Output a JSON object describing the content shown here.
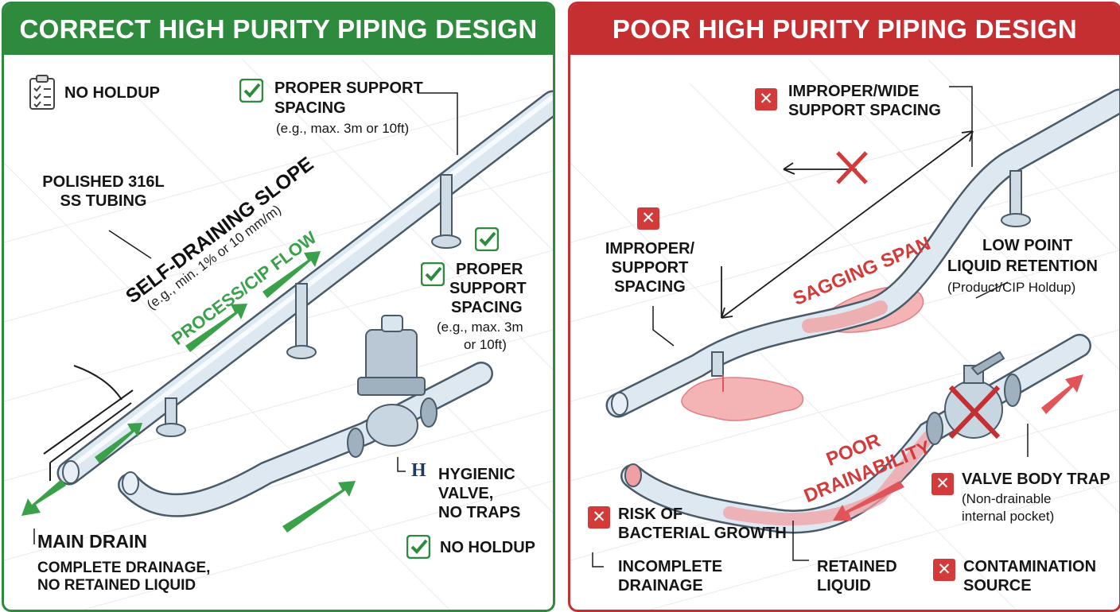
{
  "colors": {
    "good": "#2e8b3e",
    "bad": "#c62f32",
    "pipe": "#c9d9e6",
    "liquid": "#f0a0a3"
  },
  "left": {
    "title": "CORRECT HIGH PURITY PIPING DESIGN",
    "no_holdup_top": "NO HOLDUP",
    "proper_support_top_1": "PROPER SUPPORT",
    "proper_support_top_2": "SPACING",
    "proper_support_top_sub": "(e.g., max. 3m or 10ft)",
    "tubing_1": "POLISHED 316L",
    "tubing_2": "SS TUBING",
    "slope_title": "SELF-DRAINING SLOPE",
    "slope_sub": "(e.g., min. 1% or 10 mm/m)",
    "flow_label": "PROCESS/CIP FLOW",
    "proper_support_mid_1": "PROPER",
    "proper_support_mid_2": "SUPPORT",
    "proper_support_mid_3": "SPACING",
    "proper_support_mid_sub_1": "(e.g., max. 3m",
    "proper_support_mid_sub_2": "or 10ft)",
    "valve_letter": "H",
    "valve_1": "HYGIENIC",
    "valve_2": "VALVE,",
    "valve_3": "NO TRAPS",
    "no_holdup_bottom": "NO HOLDUP",
    "main_drain": "MAIN DRAIN",
    "drain_sub_1": "COMPLETE DRAINAGE,",
    "drain_sub_2": "NO RETAINED LIQUID"
  },
  "right": {
    "title": "POOR HIGH PURITY PIPING DESIGN",
    "wide_support_1": "IMPROPER/WIDE",
    "wide_support_2": "SUPPORT SPACING",
    "improper_1": "IMPROPER/",
    "improper_2": "SUPPORT",
    "improper_3": "SPACING",
    "sagging": "SAGGING SPAN",
    "low_point_1": "LOW POINT",
    "low_point_2": "LIQUID RETENTION",
    "low_point_sub": "(Product/CIP Holdup)",
    "poor_1": "POOR",
    "poor_2": "DRAINABILITY",
    "valve_trap": "VALVE BODY TRAP",
    "valve_trap_sub_1": "(Non-drainable",
    "valve_trap_sub_2": "internal pocket)",
    "risk_1": "RISK OF",
    "risk_2": "BACTERIAL GROWTH",
    "incomplete_1": "INCOMPLETE",
    "incomplete_2": "DRAINAGE",
    "retained_1": "RETAINED",
    "retained_2": "LIQUID",
    "contam_1": "CONTAMINATION",
    "contam_2": "SOURCE",
    "x_mark": "✕"
  }
}
